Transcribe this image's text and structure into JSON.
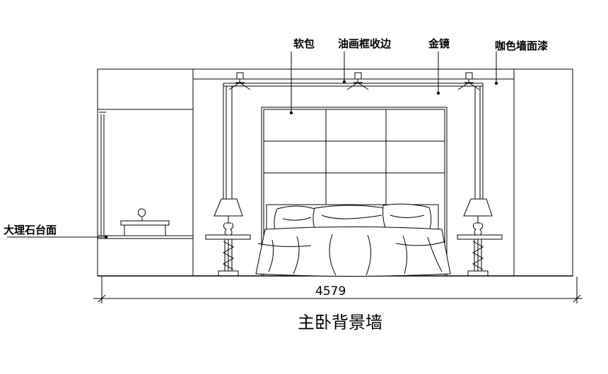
{
  "drawing": {
    "title": "主卧背景墙",
    "dimension": "4579"
  },
  "callouts": {
    "soft_pack": "软包",
    "frame_trim": "油画框收边",
    "gold_mirror": "金镜",
    "wall_paint": "咖色墙面漆",
    "marble_top": "大理石台面"
  }
}
